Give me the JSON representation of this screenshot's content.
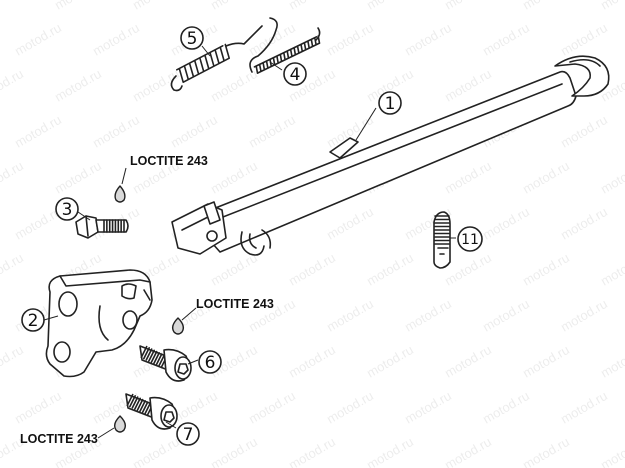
{
  "watermark": "motod.ru",
  "callouts": {
    "c1": "1",
    "c2": "2",
    "c3": "3",
    "c4": "4",
    "c5": "5",
    "c6": "6",
    "c7": "7",
    "c11": "11"
  },
  "notes": {
    "loctite_top": "LOCTITE 243",
    "loctite_mid": "LOCTITE 243",
    "loctite_bottom": "LOCTITE 243"
  }
}
